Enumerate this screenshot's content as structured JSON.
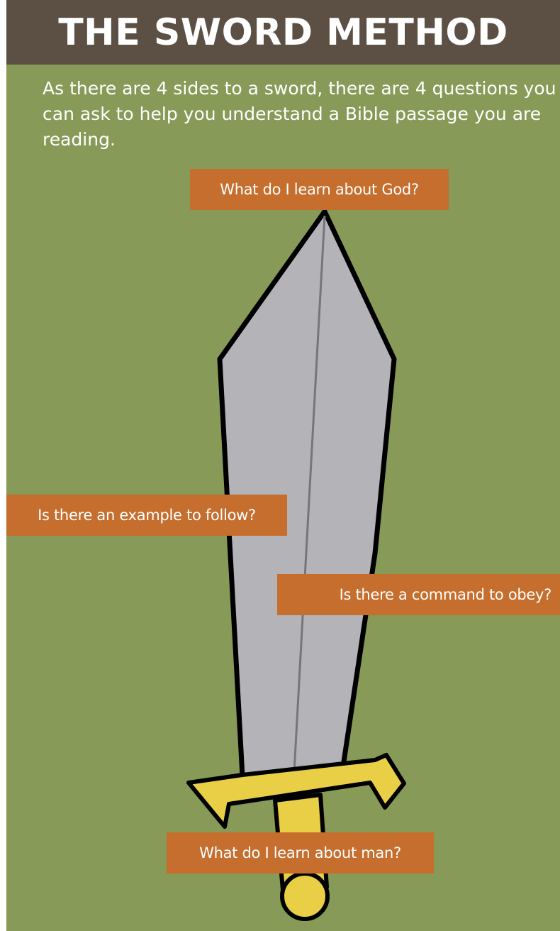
{
  "header": {
    "title": "THE SWORD METHOD"
  },
  "intro": {
    "text": "As there are 4 sides to a sword, there are 4 questions you can ask to help you understand a Bible passage you are reading."
  },
  "questions": {
    "god": "What do I learn about God?",
    "example": "Is there an example to follow?",
    "command": "Is there a command to obey?",
    "man": "What do I learn about man?"
  },
  "colors": {
    "background": "#879a57",
    "header": "#5c5044",
    "label_box": "#c56e2e",
    "blade": "#b4b4b8",
    "hilt": "#e8cf45",
    "outline": "#000000"
  }
}
